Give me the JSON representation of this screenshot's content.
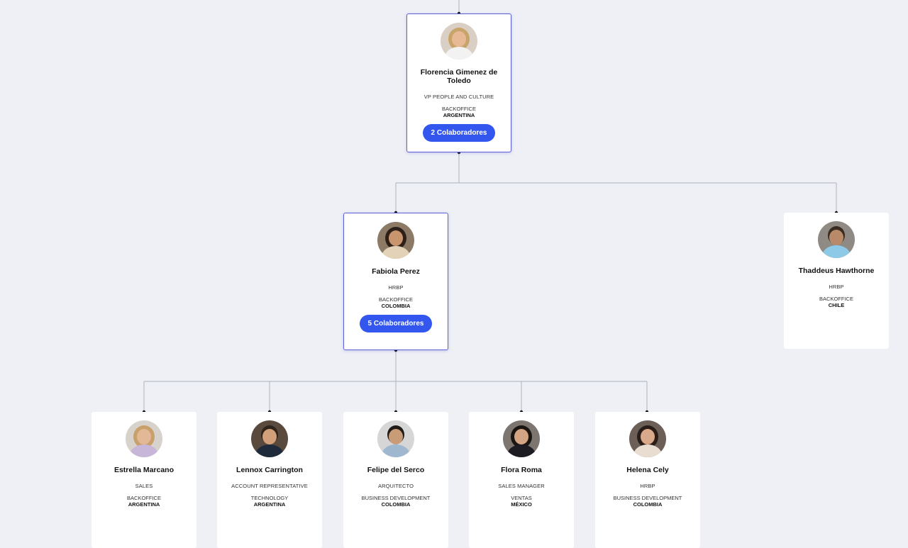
{
  "people": {
    "florencia": {
      "name": "Florencia Gimenez de Toledo",
      "role": "VP PEOPLE AND CULTURE",
      "area": "BACKOFFICE",
      "country": "ARGENTINA",
      "button": "2 Colaboradores"
    },
    "fabiola": {
      "name": "Fabiola Perez",
      "role": "HRBP",
      "area": "BACKOFFICE",
      "country": "COLOMBIA",
      "button": "5 Colaboradores"
    },
    "thaddeus": {
      "name": "Thaddeus Hawthorne",
      "role": "HRBP",
      "area": "BACKOFFICE",
      "country": "CHILE"
    },
    "estrella": {
      "name": "Estrella Marcano",
      "role": "SALES",
      "area": "BACKOFFICE",
      "country": "ARGENTINA"
    },
    "lennox": {
      "name": "Lennox Carrington",
      "role": "ACCOUNT REPRESENTATIVE",
      "area": "TECHNOLOGY",
      "country": "ARGENTINA"
    },
    "felipe": {
      "name": "Felipe del Serco",
      "role": "ARQUITECTO",
      "area": "BUSINESS DEVELOPMENT",
      "country": "COLOMBIA"
    },
    "flora": {
      "name": "Flora Roma",
      "role": "SALES MANAGER",
      "area": "VENTAS",
      "country": "MÉXICO"
    },
    "helena": {
      "name": "Helena Cely",
      "role": "HRBP",
      "area": "BUSINESS DEVELOPMENT",
      "country": "COLOMBIA"
    }
  },
  "colors": {
    "accent": "#3357ee",
    "selected_border": "#5b5fd6",
    "background": "#eef0f6",
    "connector": "#b9bcc6"
  }
}
